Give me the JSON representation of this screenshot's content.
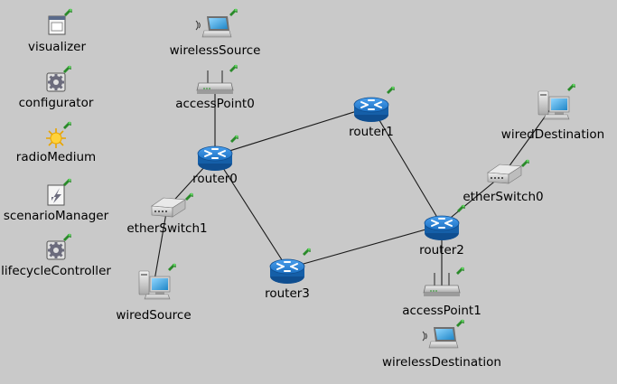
{
  "colors": {
    "background": "#c9c9c9",
    "router_blue": "#1b6fc2",
    "router_dark": "#0f4e90",
    "device_gray": "#d8d8d8",
    "badge_green": "#2a8a2a",
    "link": "#1a1a1a"
  },
  "modules": [
    {
      "id": "visualizer",
      "label": "visualizer",
      "icon": "visualizer-window-icon"
    },
    {
      "id": "configurator",
      "label": "configurator",
      "icon": "configurator-gear-icon"
    },
    {
      "id": "radioMedium",
      "label": "radioMedium",
      "icon": "radio-medium-sun-icon"
    },
    {
      "id": "scenarioManager",
      "label": "scenarioManager",
      "icon": "scenario-manager-icon"
    },
    {
      "id": "lifecycleController",
      "label": "lifecycleController",
      "icon": "lifecycle-gear-icon"
    }
  ],
  "nodes": [
    {
      "id": "wirelessSource",
      "label": "wirelessSource",
      "type": "laptop",
      "icon": "laptop-icon"
    },
    {
      "id": "accessPoint0",
      "label": "accessPoint0",
      "type": "accesspoint",
      "icon": "access-point-icon"
    },
    {
      "id": "router0",
      "label": "router0",
      "type": "router",
      "icon": "router-icon"
    },
    {
      "id": "router1",
      "label": "router1",
      "type": "router",
      "icon": "router-icon"
    },
    {
      "id": "router2",
      "label": "router2",
      "type": "router",
      "icon": "router-icon"
    },
    {
      "id": "router3",
      "label": "router3",
      "type": "router",
      "icon": "router-icon"
    },
    {
      "id": "etherSwitch0",
      "label": "etherSwitch0",
      "type": "switch",
      "icon": "switch-icon"
    },
    {
      "id": "etherSwitch1",
      "label": "etherSwitch1",
      "type": "switch",
      "icon": "switch-icon"
    },
    {
      "id": "wiredSource",
      "label": "wiredSource",
      "type": "pc",
      "icon": "desktop-pc-icon"
    },
    {
      "id": "wiredDestination",
      "label": "wiredDestination",
      "type": "pc",
      "icon": "desktop-pc-icon"
    },
    {
      "id": "accessPoint1",
      "label": "accessPoint1",
      "type": "accesspoint",
      "icon": "access-point-icon"
    },
    {
      "id": "wirelessDestination",
      "label": "wirelessDestination",
      "type": "laptop",
      "icon": "laptop-icon"
    }
  ],
  "links": [
    {
      "from": "accessPoint0",
      "to": "router0"
    },
    {
      "from": "router0",
      "to": "router1"
    },
    {
      "from": "router0",
      "to": "router3"
    },
    {
      "from": "router0",
      "to": "etherSwitch1"
    },
    {
      "from": "etherSwitch1",
      "to": "wiredSource"
    },
    {
      "from": "router1",
      "to": "router2"
    },
    {
      "from": "router3",
      "to": "router2"
    },
    {
      "from": "router2",
      "to": "etherSwitch0"
    },
    {
      "from": "etherSwitch0",
      "to": "wiredDestination"
    },
    {
      "from": "router2",
      "to": "accessPoint1"
    }
  ]
}
